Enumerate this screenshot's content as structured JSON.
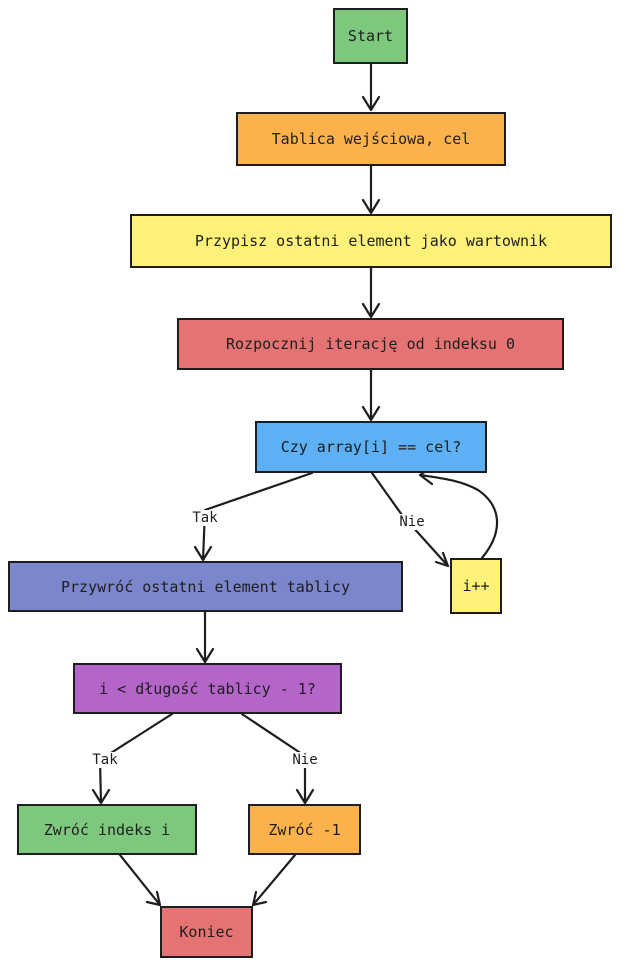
{
  "nodes": {
    "start": "Start",
    "input": "Tablica wejściowa, cel",
    "sentinel": "Przypisz ostatni element jako wartownik",
    "iterate": "Rozpocznij iterację od indeksu 0",
    "check": "Czy array[i] == cel?",
    "increment": "i++",
    "restore": "Przywróć ostatni element tablicy",
    "compare": "i < długość tablicy - 1?",
    "return_i": "Zwróć indeks i",
    "return_neg": "Zwróć -1",
    "end": "Koniec"
  },
  "edge_labels": {
    "check_yes": "Tak",
    "check_no": "Nie",
    "compare_yes": "Tak",
    "compare_no": "Nie"
  },
  "colors": {
    "green": "#7dc87d",
    "orange": "#fbb14c",
    "yellow": "#fdf17a",
    "red": "#e57373",
    "blue": "#5eb0f5",
    "indigo": "#7b86cc",
    "purple": "#b365c9"
  }
}
